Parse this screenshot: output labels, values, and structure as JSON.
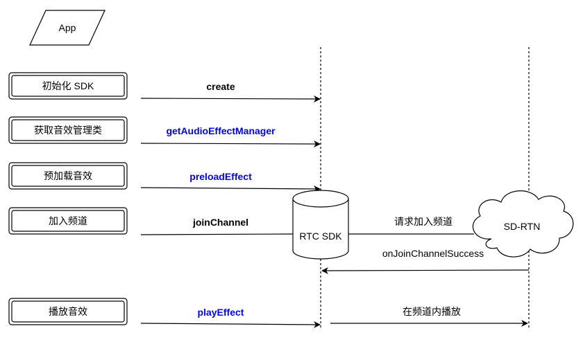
{
  "participants": {
    "app": "App",
    "rtc_sdk": "RTC SDK",
    "sd_rtn": "SD-RTN"
  },
  "steps": {
    "init": {
      "label": "初始化 SDK",
      "call": "create"
    },
    "get_manager": {
      "label": "获取音效管理类",
      "call": "getAudioEffectManager"
    },
    "preload": {
      "label": "预加载音效",
      "call": "preloadEffect"
    },
    "join": {
      "label": "加入频道",
      "call": "joinChannel"
    },
    "play": {
      "label": "播放音效",
      "call": "playEffect"
    }
  },
  "network_messages": {
    "join_request": "请求加入频道",
    "join_success": "onJoinChannelSuccess",
    "play_in_channel": "在频道内播放"
  },
  "colors": {
    "stroke": "#000000",
    "highlight_call": "#0000ff",
    "default_call": "#000000"
  }
}
